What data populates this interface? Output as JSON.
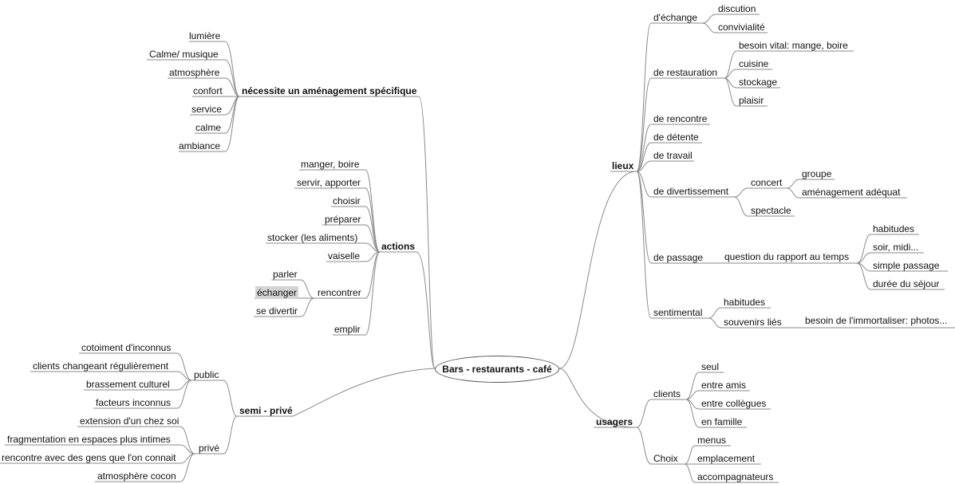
{
  "mindmap": {
    "root": "Bars - restaurants - café",
    "branches": [
      {
        "label": "nécessite un aménagement spécifique",
        "children": [
          "lumière",
          "Calme/ musique",
          "atmosphère",
          "confort",
          "service",
          "calme",
          "ambiance"
        ]
      },
      {
        "label": "actions",
        "children": [
          "manger, boire",
          "servir, apporter",
          "choisir",
          "préparer",
          "stocker (les aliments)",
          "vaiselle",
          {
            "label": "rencontrer",
            "children": [
              "parler",
              "échanger",
              "se divertir"
            ]
          },
          "emplir"
        ]
      },
      {
        "label": "semi - privé",
        "children": [
          {
            "label": "public",
            "children": [
              "cotoiment d'inconnus",
              "clients changeant régulièrement",
              "brassement culturel",
              "facteurs inconnus"
            ]
          },
          {
            "label": "privé",
            "children": [
              "extension d'un chez soi",
              "fragmentation en espaces plus intimes",
              "rencontre avec des gens que l'on connait",
              "atmosphère cocon"
            ]
          }
        ]
      },
      {
        "label": "lieux",
        "children": [
          {
            "label": "d'échange",
            "children": [
              "discution",
              "convivialité"
            ]
          },
          {
            "label": "de restauration",
            "children": [
              "besoin vital: mange, boire",
              "cuisine",
              "stockage",
              "plaisir"
            ]
          },
          "de rencontre",
          "de détente",
          "de travail",
          {
            "label": "de divertissement",
            "children": [
              {
                "label": "concert",
                "children": [
                  "groupe",
                  "aménagement adéquat"
                ]
              },
              "spectacle"
            ]
          },
          {
            "label": "de passage",
            "children": [
              {
                "label": "question du rapport au temps",
                "children": [
                  "habitudes",
                  "soir, midi...",
                  "simple passage",
                  "durée du séjour"
                ]
              }
            ]
          },
          {
            "label": "sentimental",
            "children": [
              "habitudes",
              {
                "label": "souvenirs liés",
                "children": [
                  "besoin de l'immortaliser: photos..."
                ]
              }
            ]
          }
        ]
      },
      {
        "label": "usagers",
        "children": [
          {
            "label": "clients",
            "children": [
              "seul",
              "entre amis",
              "entre collègues",
              "en famille"
            ]
          },
          {
            "label": "Choix",
            "children": [
              "menus",
              "emplacement",
              "accompagnateurs"
            ]
          }
        ]
      }
    ]
  },
  "colors": {
    "line": "#888888",
    "text": "#111111",
    "highlight": "#d4d4d4"
  }
}
